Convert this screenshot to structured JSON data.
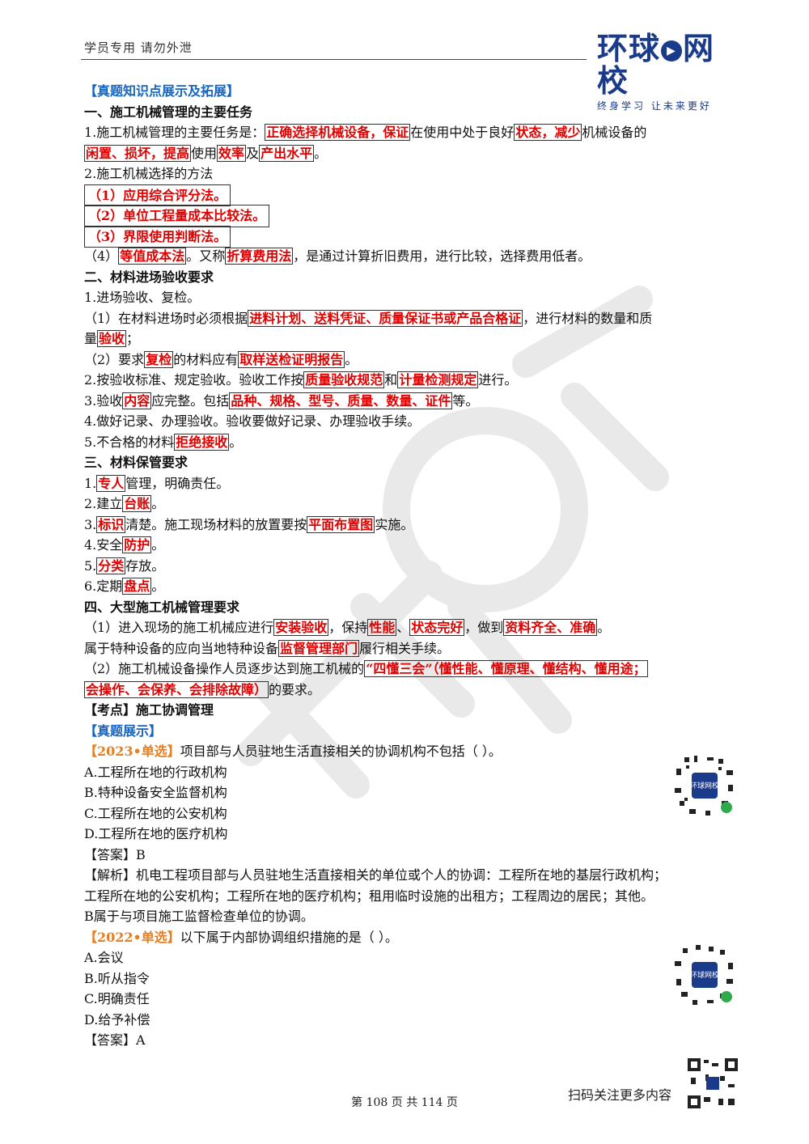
{
  "header": {
    "left_text": "学员专用 请勿外泄",
    "logo_a": "环球",
    "logo_b": "网校",
    "slogan": "终身学习 让未来更好",
    "watermark_icon": "huanqiu-watermark"
  },
  "s": {
    "title": "【真题知识点展示及拓展】",
    "h1": "一、施工机械管理的主要任务",
    "p1": {
      "a": "1.施工机械管理的主要任务是：",
      "k1": "正确选择机械设备，保证",
      "b": "在使用中处于良好",
      "k2": "状态，减少",
      "c": "机械设备的"
    },
    "p2": {
      "k1": "闲置、损坏，提高",
      "a": "使用",
      "k2": "效率",
      "b": "及",
      "k3": "产出水平",
      "c": "。"
    },
    "p3": "2.施工机械选择的方法",
    "m1": "（1）应用综合评分法。",
    "m2": "（2）单位工程量成本比较法。",
    "m3": "（3）界限使用判断法。",
    "p4": {
      "a": "（4）",
      "k1": "等值成本法",
      "b": "。又称",
      "k2": "折算费用法",
      "c": "，是通过计算折旧费用，进行比较，选择费用低者。"
    },
    "h2": "二、材料进场验收要求",
    "p5": "1.进场验收、复检。",
    "p6": {
      "a": "（1）在材料进场时必须根据",
      "k1": "进料计划、送料凭证、质量保证书或产品合格证",
      "b": "，进行材料的数量和质"
    },
    "p7": {
      "a": "量",
      "k1": "验收",
      "b": "；"
    },
    "p8": {
      "a": "（2）要求",
      "k1": "复检",
      "b": "的材料应有",
      "k2": "取样送检证明报告",
      "c": "。"
    },
    "p9": {
      "a": "2.按验收标准、规定验收。验收工作按",
      "k1": "质量验收规范",
      "b": "和",
      "k2": "计量检测规定",
      "c": "进行。"
    },
    "p10": {
      "a": "3.验收",
      "k1": "内容",
      "b": "应完整。包括",
      "k2": "品种、规格、型号、质量、数量、证件",
      "c": "等。"
    },
    "p11": "4.做好记录、办理验收。验收要做好记录、办理验收手续。",
    "p12": {
      "a": "5.不合格的材料",
      "k1": "拒绝接收",
      "b": "。"
    },
    "h3": "三、材料保管要求",
    "p13": {
      "a": "1.",
      "k1": "专人",
      "b": "管理，明确责任。"
    },
    "p14": {
      "a": "2.建立",
      "k1": "台账",
      "b": "。"
    },
    "p15": {
      "a": "3.",
      "k1": "标识",
      "b": "清楚。施工现场材料的放置要按",
      "k2": "平面布置图",
      "c": "实施。"
    },
    "p16": {
      "a": "4.安全",
      "k1": "防护",
      "b": "。"
    },
    "p17": {
      "a": "5.",
      "k1": "分类",
      "b": "存放。"
    },
    "p18": {
      "a": "6.定期",
      "k1": "盘点",
      "b": "。"
    },
    "h4": "四、大型施工机械管理要求",
    "p19": {
      "a": "（1）进入现场的施工机械应进行",
      "k1": "安装验收",
      "b": "，保持",
      "k2": "性能",
      "c": "、",
      "k3": "状态完好",
      "d": "，做到",
      "k4": "资料齐全、准确",
      "e": "。"
    },
    "p20": {
      "a": "属于特种设备的应向当地特种设备",
      "k1": "监督管理部门",
      "b": "履行相关手续。"
    },
    "p21": {
      "a": "（2）施工机械设备操作人员逐步达到施工机械的",
      "k1": "“四懂三会”（懂性能、懂原理、懂结构、懂用途；"
    },
    "p22": {
      "k1": "会操作、会保养、会排除故障）",
      "a": "的要求。"
    },
    "h5": "【考点】施工协调管理",
    "t2": "【真题展示】",
    "q1": {
      "tag": "【2023•单选】",
      "stem": "项目部与人员驻地生活直接相关的协调机构不包括（   ）。"
    },
    "q1o": [
      "A.工程所在地的行政机构",
      "B.特种设备安全监督机构",
      "C.工程所在地的公安机构",
      "D.工程所在地的医疗机构"
    ],
    "q1ans": "【答案】B",
    "q1e1": "【解析】机电工程项目部与人员驻地生活直接相关的单位或个人的协调：工程所在地的基层行政机构；",
    "q1e2": "工程所在地的公安机构；工程所在地的医疗机构；租用临时设施的出租方；工程周边的居民；其他。",
    "q1e3": "B属于与项目施工监督检查单位的协调。",
    "q2": {
      "tag": "【2022•单选】",
      "stem": "以下属于内部协调组织措施的是（   ）。"
    },
    "q2o": [
      "A.会议",
      "B.听从指令",
      "C.明确责任",
      "D.给予补偿"
    ],
    "q2ans": "【答案】A"
  },
  "qr": {
    "q1_center": "环球网校",
    "q2_center": "环球网校",
    "bottom_label": "扫码关注更多内容"
  },
  "footer": "第 108 页 共 114 页"
}
